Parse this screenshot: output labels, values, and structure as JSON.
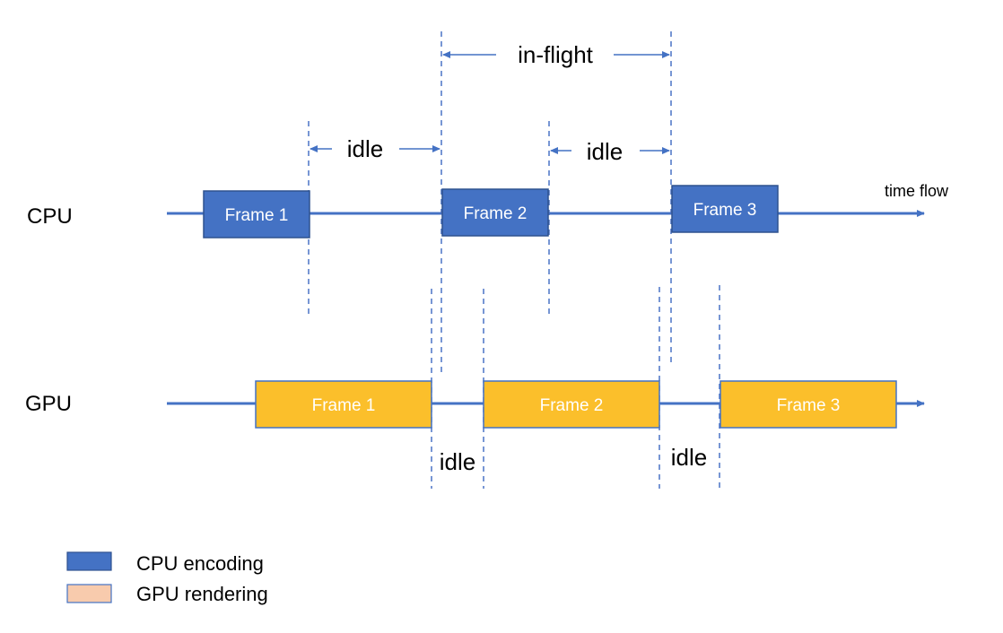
{
  "colors": {
    "timeline": "#4472c4",
    "cpu_fill": "#4472c4",
    "cpu_stroke": "#2f528f",
    "gpu_fill": "#fbbf2b",
    "gpu_stroke": "#4472c4",
    "legend_gpu_fill": "#f8cbad",
    "guide": "#4a73c5",
    "text": "#000000",
    "frame_text": "#ffffff"
  },
  "lanes": {
    "cpu": {
      "label": "CPU",
      "frames": [
        "Frame 1",
        "Frame 2",
        "Frame 3"
      ]
    },
    "gpu": {
      "label": "GPU",
      "frames": [
        "Frame 1",
        "Frame 2",
        "Frame 3"
      ]
    }
  },
  "annotations": {
    "time_flow": "time flow",
    "in_flight": "in-flight",
    "cpu_idle": [
      "idle",
      "idle"
    ],
    "gpu_idle": [
      "idle",
      "idle"
    ]
  },
  "legend": [
    {
      "label": "CPU encoding",
      "swatch": "cpu"
    },
    {
      "label": "GPU rendering",
      "swatch": "gpu"
    }
  ]
}
